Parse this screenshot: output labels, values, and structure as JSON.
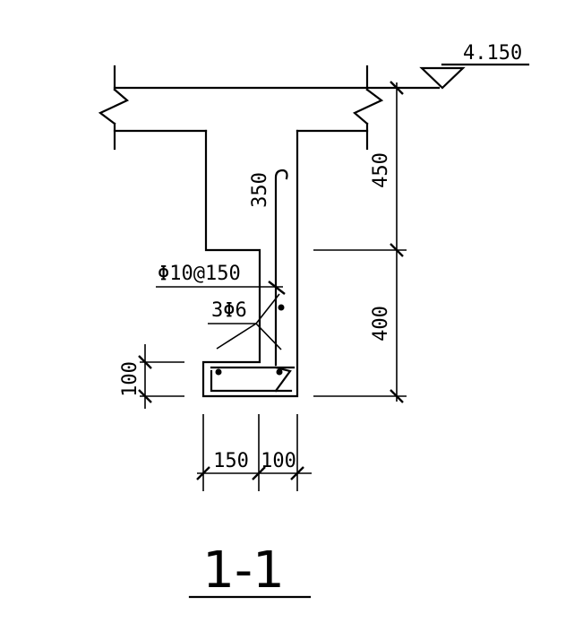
{
  "elevation": {
    "value": "4.150"
  },
  "dimensions": {
    "beam_upper_height": "450",
    "beam_lower_height": "400",
    "ledge_height": "100",
    "ledge_width": "150",
    "web_width": "100",
    "hook_length": "350"
  },
  "rebar": {
    "stirrup": "Φ10@150",
    "longitudinal": "3Φ6"
  },
  "section": {
    "title": "1-1"
  },
  "colors": {
    "line": "#000000",
    "background": "#ffffff"
  }
}
